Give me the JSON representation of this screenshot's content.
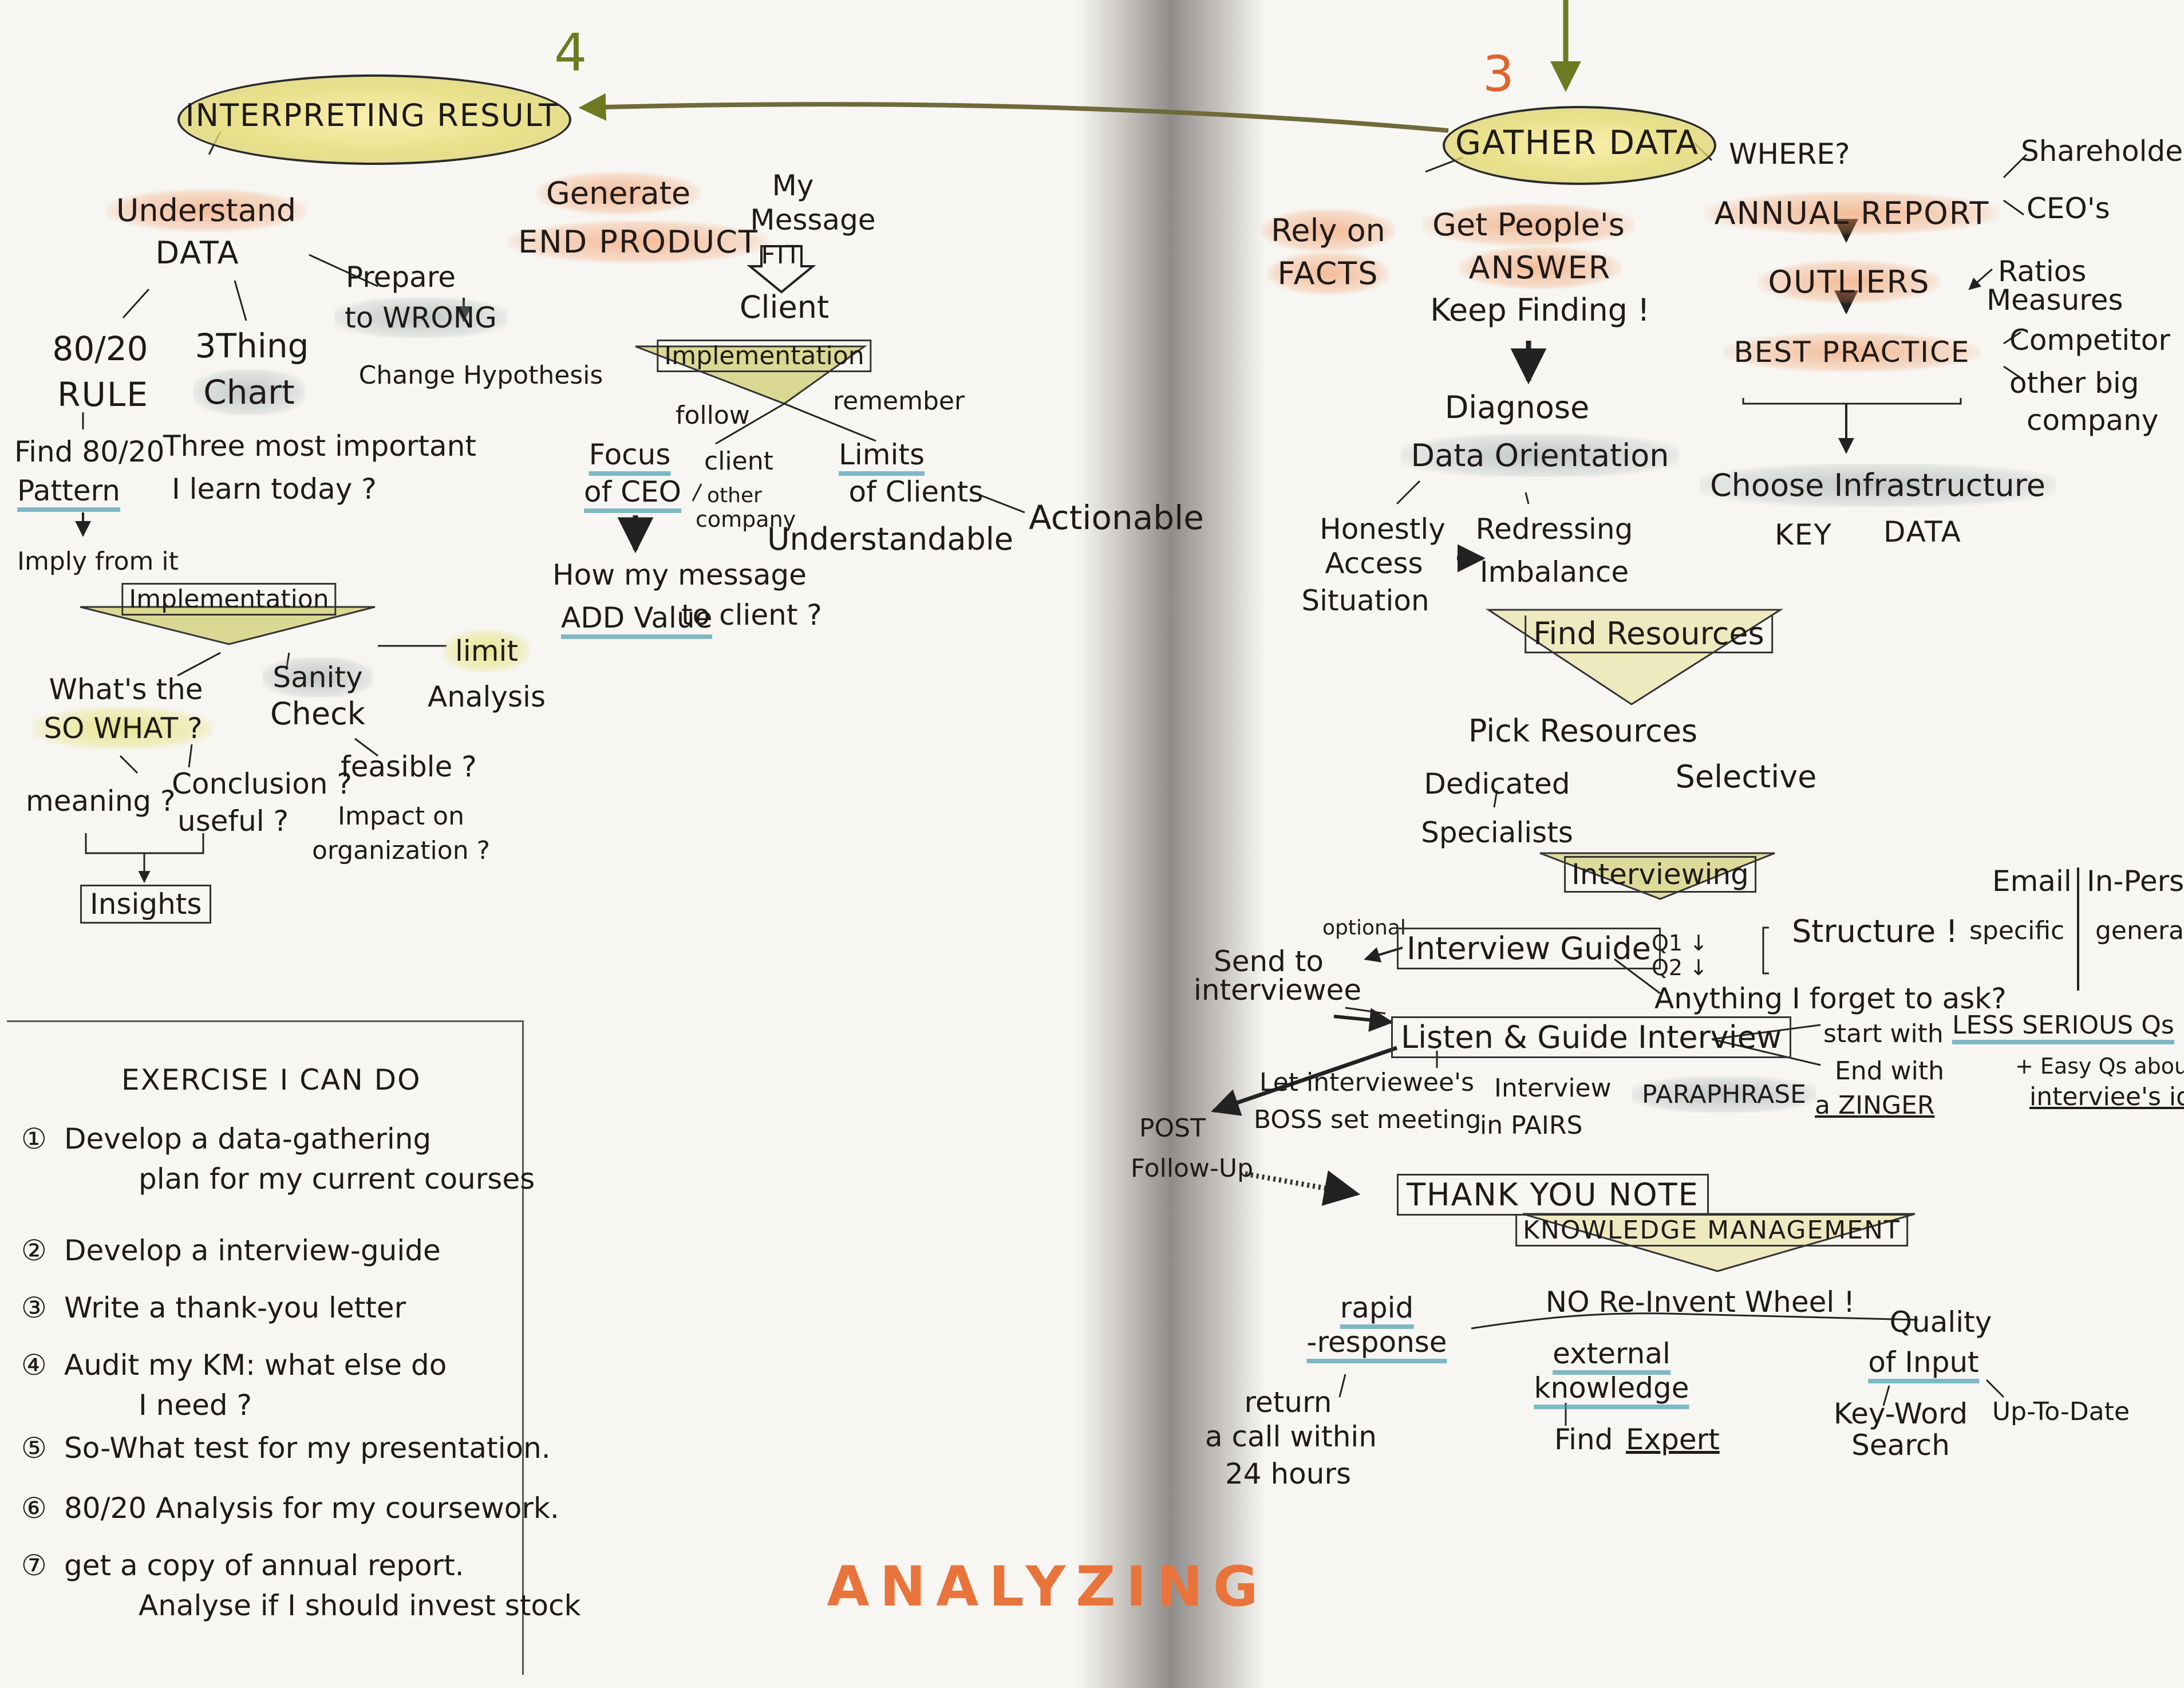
{
  "left_page": {
    "step_number": "4",
    "interpreting_result": "INTERPRETING RESULT",
    "understand": "Understand",
    "data": "DATA",
    "prepare": "Prepare",
    "to_wrong": "to WRONG",
    "change_hypothesis": "Change Hypothesis",
    "rule_80_20": "80/20",
    "rule": "RULE",
    "three_thing": "3Thing",
    "chart": "Chart",
    "find_80_20": "Find 80/20",
    "pattern": "Pattern",
    "three_most_important": "Three most important",
    "learn_today": "I learn today ?",
    "imply_from_it": "Imply from it",
    "implementation": "Implementation",
    "whats_the": "What's the",
    "so_what": "SO WHAT ?",
    "sanity": "Sanity",
    "check": "Check",
    "limit": "limit",
    "analysis": "Analysis",
    "meaning": "meaning ?",
    "conclusion": "Conclusion ?",
    "useful": "useful ?",
    "feasible": "feasible ?",
    "impact_on": "Impact on",
    "organization": "organization ?",
    "insights": "Insights",
    "generate": "Generate",
    "end_product": "END PRODUCT",
    "my": "My",
    "message": "Message",
    "fit": "FIT",
    "client": "Client",
    "implementation2": "Implementation",
    "follow": "follow",
    "remember": "remember",
    "focus": "Focus",
    "of_ceo": "of CEO",
    "client_small": "client",
    "other": "other",
    "company": "company",
    "limits": "Limits",
    "of_clients": "of Clients",
    "understandable": "Understandable",
    "actionable": "Actionable",
    "how_my_message": "How my message",
    "add_value": "ADD Value",
    "to_client": "to client ?"
  },
  "exercise": {
    "title": "EXERCISE I CAN DO",
    "items": [
      {
        "num": "①",
        "lines": [
          "Develop a data-gathering",
          "plan for my current courses"
        ]
      },
      {
        "num": "②",
        "lines": [
          "Develop a interview-guide"
        ]
      },
      {
        "num": "③",
        "lines": [
          "Write a thank-you letter"
        ]
      },
      {
        "num": "④",
        "lines": [
          "Audit my KM: what else do",
          "I need ?"
        ]
      },
      {
        "num": "⑤",
        "lines": [
          "So-What test for my presentation."
        ]
      },
      {
        "num": "⑥",
        "lines": [
          "80/20 Analysis for my coursework."
        ]
      },
      {
        "num": "⑦",
        "lines": [
          "get a copy of annual report.",
          "Analyse if I should invest stock"
        ]
      }
    ]
  },
  "footer": {
    "analyzing": "ANALYZING"
  },
  "right_page": {
    "step_number": "3",
    "gather_data": "GATHER DATA",
    "where": "WHERE?",
    "rely_on": "Rely on",
    "facts": "FACTS",
    "get_peoples": "Get People's",
    "answer": "ANSWER",
    "keep_finding": "Keep Finding !",
    "annual_report": "ANNUAL REPORT",
    "shareholder": "Shareholder",
    "ceos": "CEO's",
    "outliers": "OUTLIERS",
    "ratios": "Ratios",
    "measures": "Measures",
    "best_practice": "BEST PRACTICE",
    "competitor": "Competitor",
    "other_big": "other big",
    "company": "company",
    "choose_infrastructure": "Choose Infrastructure",
    "key": "KEY",
    "data_word": "DATA",
    "diagnose": "Diagnose",
    "data_orientation": "Data Orientation",
    "honestly": "Honestly",
    "access": "Access",
    "situation": "Situation",
    "redressing": "Redressing",
    "imbalance": "Imbalance",
    "find_resources": "Find Resources",
    "pick_resources": "Pick Resources",
    "dedicated": "Dedicated",
    "specialists": "Specialists",
    "selective": "Selective",
    "interviewing": "Interviewing",
    "email": "Email",
    "specific": "specific",
    "in_person": "In-Person",
    "general": "general",
    "optional": "optional",
    "send_to": "Send to",
    "interviewee": "interviewee",
    "interview_guide": "Interview Guide",
    "q1": "Q1 ↓",
    "q2": "Q2 ↓",
    "structure": "Structure !",
    "anything_forget": "Anything I forget to ask?",
    "listen_guide": "Listen & Guide Interview",
    "start_with": "start with",
    "less_serious": "LESS SERIOUS Qs",
    "easy_qs": "+ Easy Qs about",
    "end_with": "End with",
    "a_zinger": "a ZINGER",
    "interviewees_idea": "interviee's idea",
    "let_interviewees": "Let interviewee's",
    "boss_set_meeting": "BOSS set meeting",
    "interview": "Interview",
    "in_pairs": "in PAIRS",
    "paraphrase": "PARAPHRASE",
    "post": "POST",
    "follow_up": "Follow-Up",
    "thank_you_note": "THANK YOU NOTE",
    "knowledge_management": "KNOWLEDGE MANAGEMENT",
    "no_reinvent": "NO Re-Invent Wheel !",
    "rapid": "rapid",
    "response": "-response",
    "return": "return",
    "a_call_within": "a call within",
    "hours": "24 hours",
    "external": "external",
    "knowledge": "knowledge",
    "find": "Find",
    "expert": "Expert",
    "quality": "Quality",
    "of_input": "of Input",
    "key_word": "Key-Word",
    "search": "Search",
    "up_to_date": "Up-To-Date"
  },
  "colors": {
    "ink": "#1e1a18",
    "orange_highlight": "#f08c50",
    "yellow_highlight": "#e4e06e",
    "blue_underline": "#3e96aa",
    "olive_arrow": "#6e7a22",
    "number_orange": "#e0642a"
  }
}
